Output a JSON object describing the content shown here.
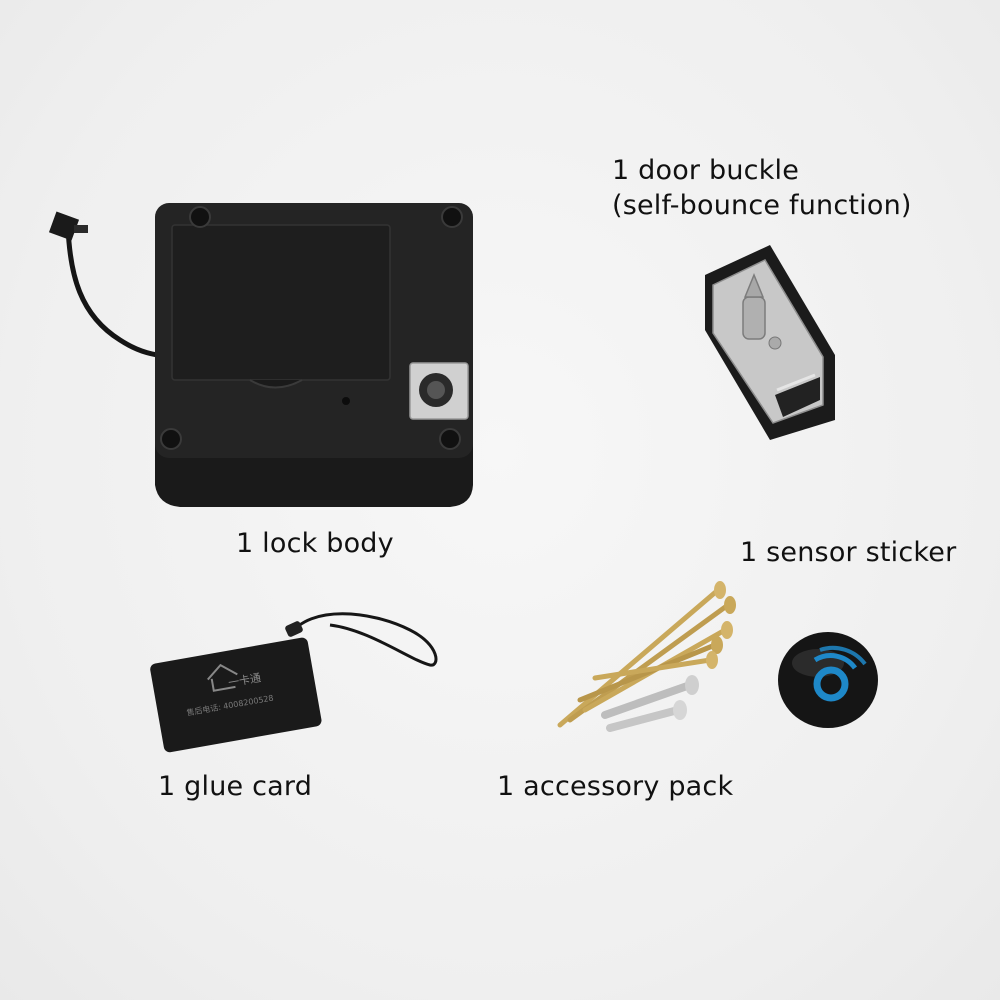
{
  "labels": {
    "lock_body": "1 lock body",
    "door_buckle_line1": "1 door buckle",
    "door_buckle_line2": "(self-bounce function)",
    "sensor_sticker": "1 sensor sticker",
    "glue_card": "1 glue card",
    "accessory_pack": "1 accessory pack"
  },
  "card_print": {
    "logo_text": "一卡通",
    "phone_line": "售后电话: 4008200528"
  },
  "colors": {
    "lock_black": "#1c1c1c",
    "metal": "#c9c9c9",
    "screw_gold": "#c9a85a",
    "screw_silver": "#bdbdbd",
    "sensor_blue": "#1e88c8",
    "background": "#f0f0f0"
  }
}
